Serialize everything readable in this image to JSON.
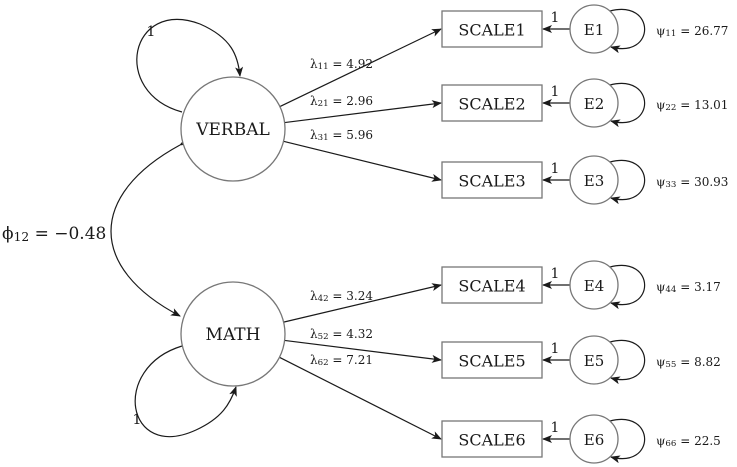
{
  "latents": [
    {
      "id": "verbal",
      "label": "VERBAL",
      "variance_label": "1"
    },
    {
      "id": "math",
      "label": "MATH",
      "variance_label": "1"
    }
  ],
  "covariance": {
    "label": "ϕ12 = −0.48",
    "symbol": "ϕ",
    "sub": "12",
    "rest": " = −0.48"
  },
  "indicators": [
    {
      "label": "SCALE1",
      "latent": "verbal",
      "loading": {
        "symbol": "λ",
        "sub": "11",
        "rest": " = 4.92"
      },
      "error": {
        "label": "E1",
        "path_label": "1",
        "variance": {
          "symbol": "ψ",
          "sub": "11",
          "rest": " = 26.77"
        }
      }
    },
    {
      "label": "SCALE2",
      "latent": "verbal",
      "loading": {
        "symbol": "λ",
        "sub": "21",
        "rest": " = 2.96"
      },
      "error": {
        "label": "E2",
        "path_label": "1",
        "variance": {
          "symbol": "ψ",
          "sub": "22",
          "rest": " = 13.01"
        }
      }
    },
    {
      "label": "SCALE3",
      "latent": "verbal",
      "loading": {
        "symbol": "λ",
        "sub": "31",
        "rest": " = 5.96"
      },
      "error": {
        "label": "E3",
        "path_label": "1",
        "variance": {
          "symbol": "ψ",
          "sub": "33",
          "rest": " = 30.93"
        }
      }
    },
    {
      "label": "SCALE4",
      "latent": "math",
      "loading": {
        "symbol": "λ",
        "sub": "42",
        "rest": " = 3.24"
      },
      "error": {
        "label": "E4",
        "path_label": "1",
        "variance": {
          "symbol": "ψ",
          "sub": "44",
          "rest": " = 3.17"
        }
      }
    },
    {
      "label": "SCALE5",
      "latent": "math",
      "loading": {
        "symbol": "λ",
        "sub": "52",
        "rest": " = 4.32"
      },
      "error": {
        "label": "E5",
        "path_label": "1",
        "variance": {
          "symbol": "ψ",
          "sub": "55",
          "rest": " = 8.82"
        }
      }
    },
    {
      "label": "SCALE6",
      "latent": "math",
      "loading": {
        "symbol": "λ",
        "sub": "62",
        "rest": " = 7.21"
      },
      "error": {
        "label": "E6",
        "path_label": "1",
        "variance": {
          "symbol": "ψ",
          "sub": "66",
          "rest": " = 22.5"
        }
      }
    }
  ]
}
